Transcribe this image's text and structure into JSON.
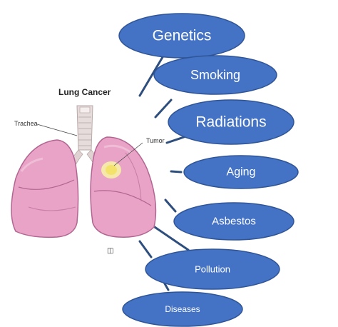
{
  "illustration": {
    "title": "Lung Cancer",
    "trachea_label": "Trachea",
    "tumor_label": "Tumor"
  },
  "causes": [
    {
      "label": "Genetics"
    },
    {
      "label": "Smoking"
    },
    {
      "label": "Radiations"
    },
    {
      "label": "Aging"
    },
    {
      "label": "Asbestos"
    },
    {
      "label": "Pollution"
    },
    {
      "label": "Diseases"
    }
  ],
  "colors": {
    "pill_fill": "#4472C4",
    "pill_stroke": "#2F5597",
    "connector": "#2E4E7E",
    "lung_fill": "#E8A3C7",
    "lung_shadow": "#C77BA5",
    "trachea": "#E7DCDC",
    "tumor": "#F3E36C"
  }
}
